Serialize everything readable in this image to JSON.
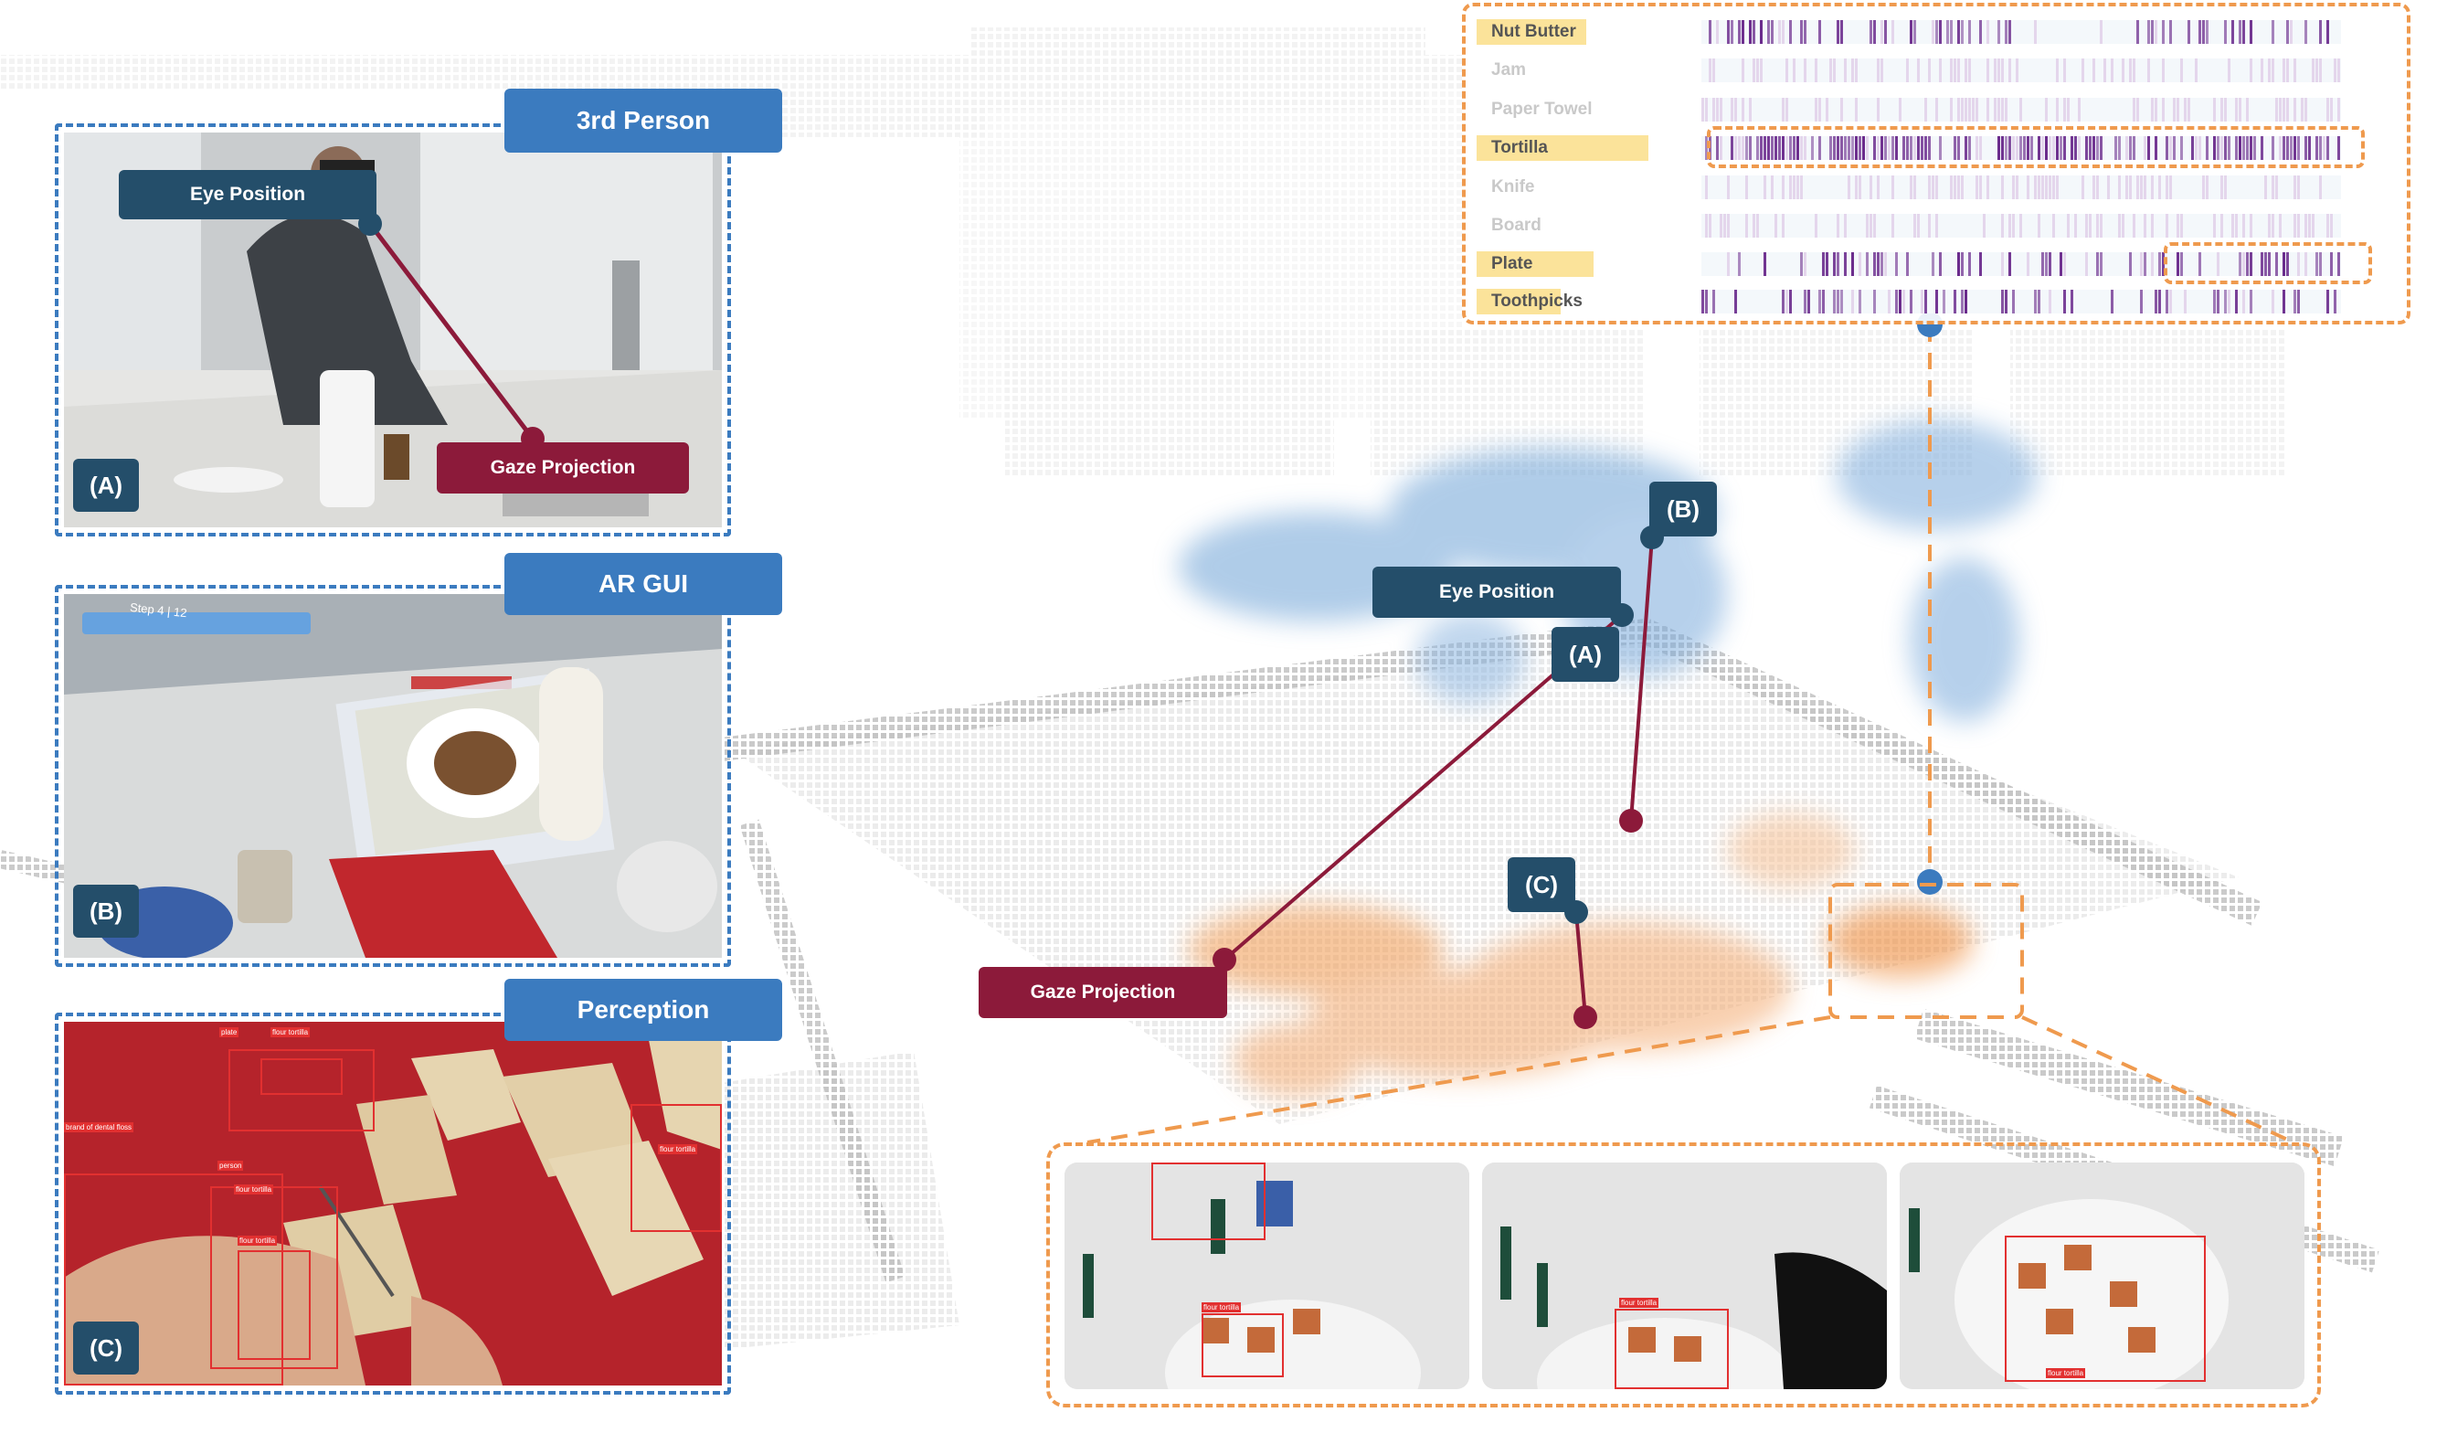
{
  "left_panels": {
    "third_person": {
      "title": "3rd Person",
      "tag": "(A)",
      "eye_label": "Eye Position",
      "gaze_label": "Gaze Projection"
    },
    "ar_gui": {
      "title": "AR GUI",
      "tag": "(B)",
      "step_text": "Step 4 | 12"
    },
    "perception": {
      "title": "Perception",
      "tag": "(C)",
      "detections": [
        "plate",
        "flour tortilla",
        "brand of dental floss",
        "person",
        "flour tortilla",
        "flour tortilla",
        "flour tortilla"
      ]
    }
  },
  "scene": {
    "eye_label": "Eye Position",
    "gaze_label": "Gaze Projection",
    "tag_a": "(A)",
    "tag_b": "(B)",
    "tag_c": "(C)"
  },
  "timeline": {
    "rows": [
      {
        "label": "Nut  Butter",
        "highlighted": true
      },
      {
        "label": "Jam",
        "highlighted": false
      },
      {
        "label": "Paper Towel",
        "highlighted": false
      },
      {
        "label": "Tortilla",
        "highlighted": true
      },
      {
        "label": "Knife",
        "highlighted": false
      },
      {
        "label": "Board",
        "highlighted": false
      },
      {
        "label": "Plate",
        "highlighted": true
      },
      {
        "label": "Toothpicks",
        "highlighted": true
      }
    ],
    "colors": {
      "strong": "#6a2a8c",
      "faint": "#d9bfe3",
      "highlight": "#fbe39a"
    }
  },
  "thumbnails": {
    "detections": [
      "flour tortilla",
      "flour tortilla",
      "flour tortilla"
    ]
  },
  "colors": {
    "blue": "#3b7bbf",
    "orange": "#ef9a4e",
    "navy": "#244e6a",
    "crimson": "#8c1a3a"
  }
}
